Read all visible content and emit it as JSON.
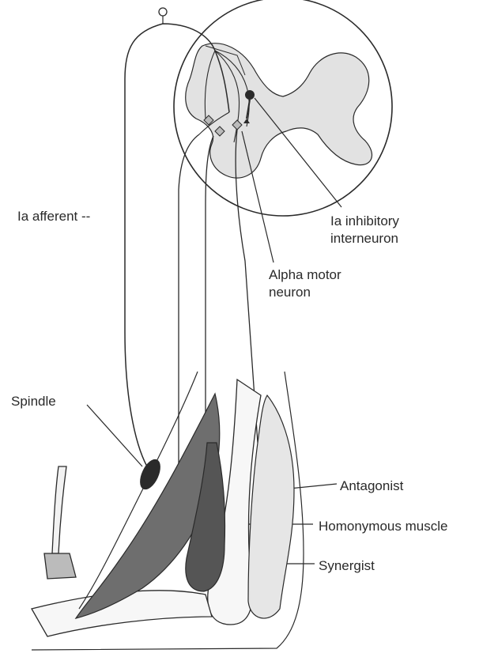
{
  "labels": {
    "ia_afferent": "Ia afferent --",
    "ia_inhibitory_line1": "Ia inhibitory",
    "ia_inhibitory_line2": "interneuron",
    "alpha_motor_line1": "Alpha motor",
    "alpha_motor_line2": "neuron",
    "spindle": "Spindle",
    "antagonist": "Antagonist",
    "homonymous_muscle": "Homonymous muscle",
    "synergist": "Synergist"
  },
  "colors": {
    "ink": "#2a2a2a",
    "spinal_gray_matter": "#e2e2e2",
    "homonymous_muscle_fill": "#6e6e6e",
    "synergist_fill": "#555555",
    "antagonist_fill": "#e6e6e6",
    "bone_fill": "#f7f7f7"
  }
}
